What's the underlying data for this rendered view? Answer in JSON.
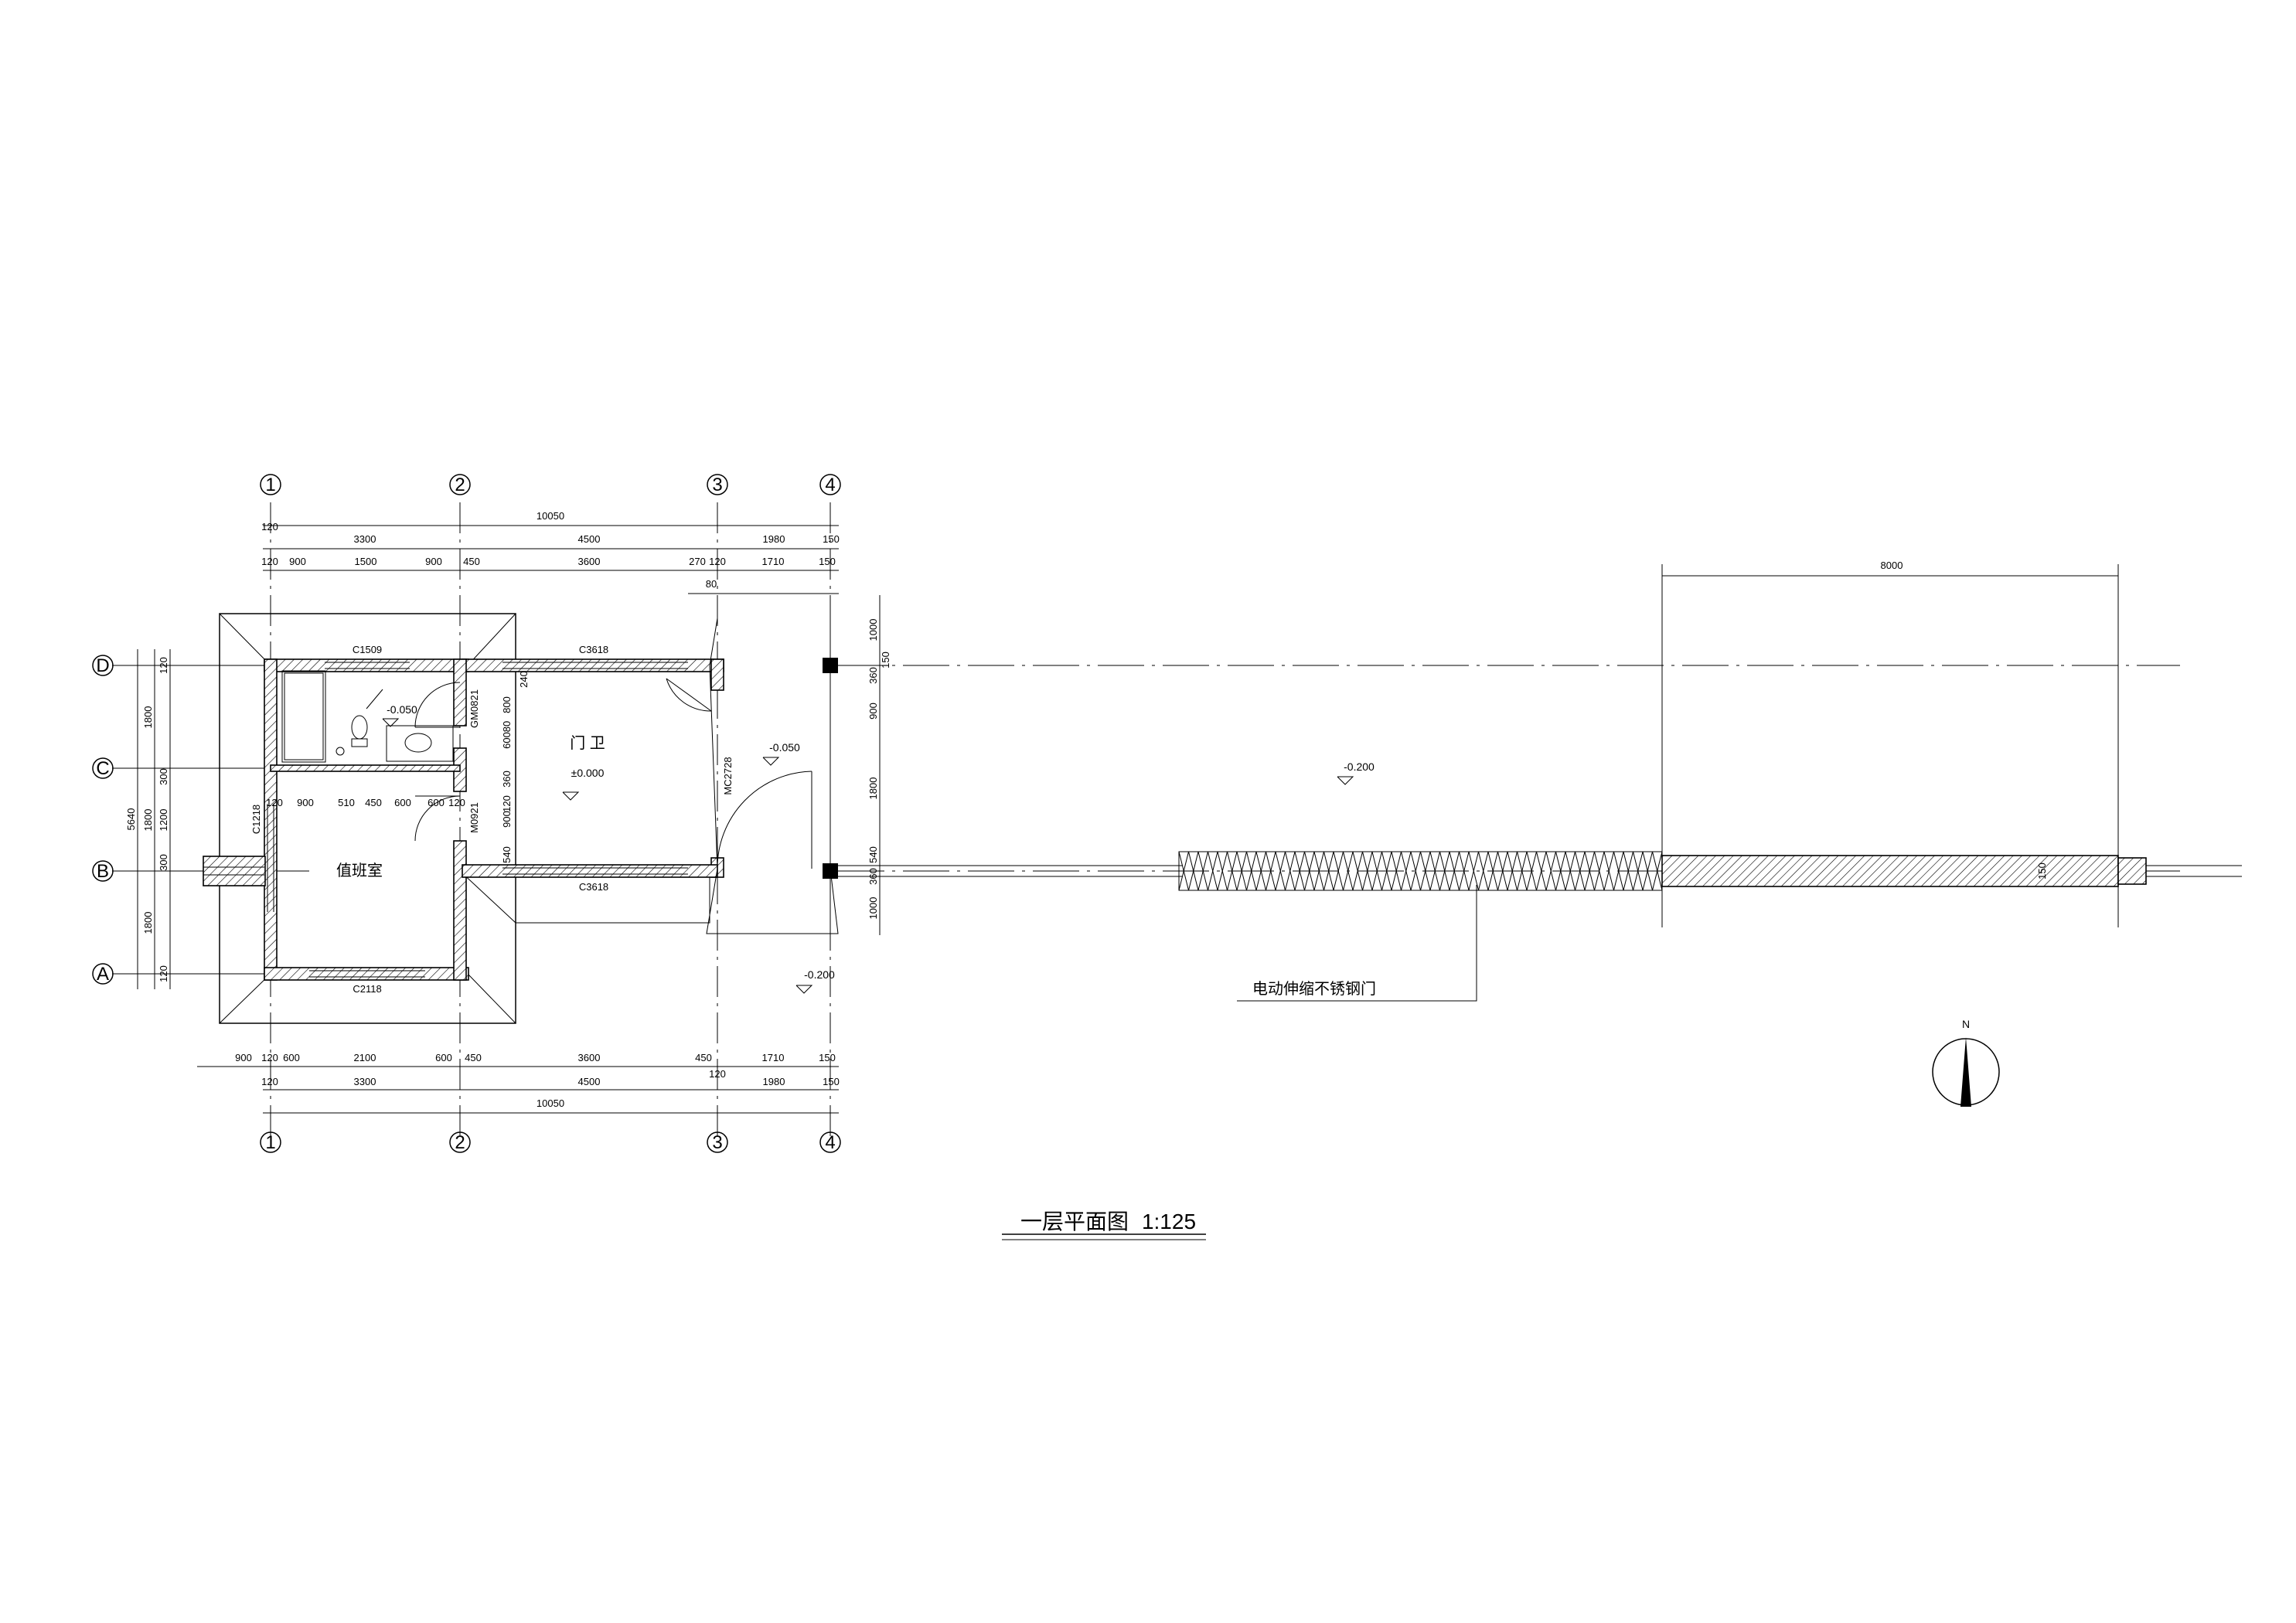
{
  "title": {
    "text": "一层平面图",
    "scale": "1:125"
  },
  "axes": {
    "vertical": [
      "1",
      "2",
      "3",
      "4"
    ],
    "horizontal": [
      "D",
      "C",
      "B",
      "A"
    ]
  },
  "dims_top": {
    "overall": "10050",
    "row2": [
      "3300",
      "4500",
      "1980",
      "150"
    ],
    "row3": [
      "120",
      "900",
      "1500",
      "900",
      "450",
      "3600",
      "270",
      "120",
      "1710",
      "150"
    ],
    "sub": "80",
    "left_120": "120"
  },
  "dims_bottom": {
    "row1": [
      "900",
      "120",
      "600",
      "2100",
      "600",
      "450",
      "3600",
      "450",
      "1710",
      "150"
    ],
    "row2_lead": "120",
    "row2": [
      "3300",
      "4500",
      "1980",
      "150"
    ],
    "overall": "10050",
    "mid_120": "120"
  },
  "dims_left": {
    "overall": "5640",
    "col": [
      "1800",
      "1800",
      "1800"
    ],
    "inner": [
      "120",
      "300",
      "1200",
      "300",
      "120"
    ]
  },
  "dims_right": [
    "1000",
    "360",
    "900",
    "1800",
    "540",
    "360",
    "1000"
  ],
  "dims_right_small": "150",
  "gate_span": "8000",
  "gate_wall": "150",
  "windows": [
    "C1509",
    "C3618",
    "C3618",
    "C2118",
    "C1218"
  ],
  "doors": [
    "GM0821",
    "M0921",
    "MC2728"
  ],
  "inner_dims_partition": [
    "120",
    "900",
    "510",
    "450",
    "600",
    "600",
    "120"
  ],
  "inner_dims_vertical": [
    "240",
    "800",
    "600",
    "80",
    "360",
    "120",
    "900",
    "540"
  ],
  "rooms": {
    "guard": "门 卫",
    "duty": "值班室"
  },
  "levels": {
    "main": "±0.000",
    "toilet": "-0.050",
    "porch": "-0.050",
    "ground": "-0.200",
    "ground2": "-0.200"
  },
  "gate_label": "电动伸缩不锈钢门",
  "north_label": "N"
}
